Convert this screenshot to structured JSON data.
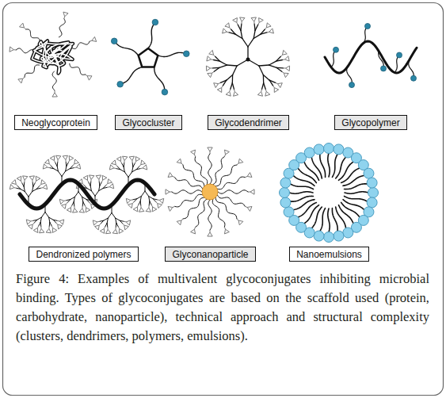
{
  "diagram": {
    "caption": "Figure 4: Examples of multivalent glycoconjugates inhibiting microbial binding. Types of glycoconjugates are based on the scaffold used (protein, carbohydrate, nanoparticle), technical approach and structural complexity (clusters, dendrimers, polymers, emulsions).",
    "nodes": [
      {
        "text": [
          "Neoglycoprotein"
        ]
      },
      {
        "text": [
          "Glycocluster"
        ]
      },
      {
        "text": [
          "Glycodendrimer"
        ]
      },
      {
        "text": [
          "Glycopolymer"
        ]
      },
      {
        "text": [
          "Dendronized polymers"
        ]
      },
      {
        "text": [
          "Glyconanoparticle"
        ]
      },
      {
        "text": [
          "Nanoemulsions"
        ]
      }
    ]
  }
}
